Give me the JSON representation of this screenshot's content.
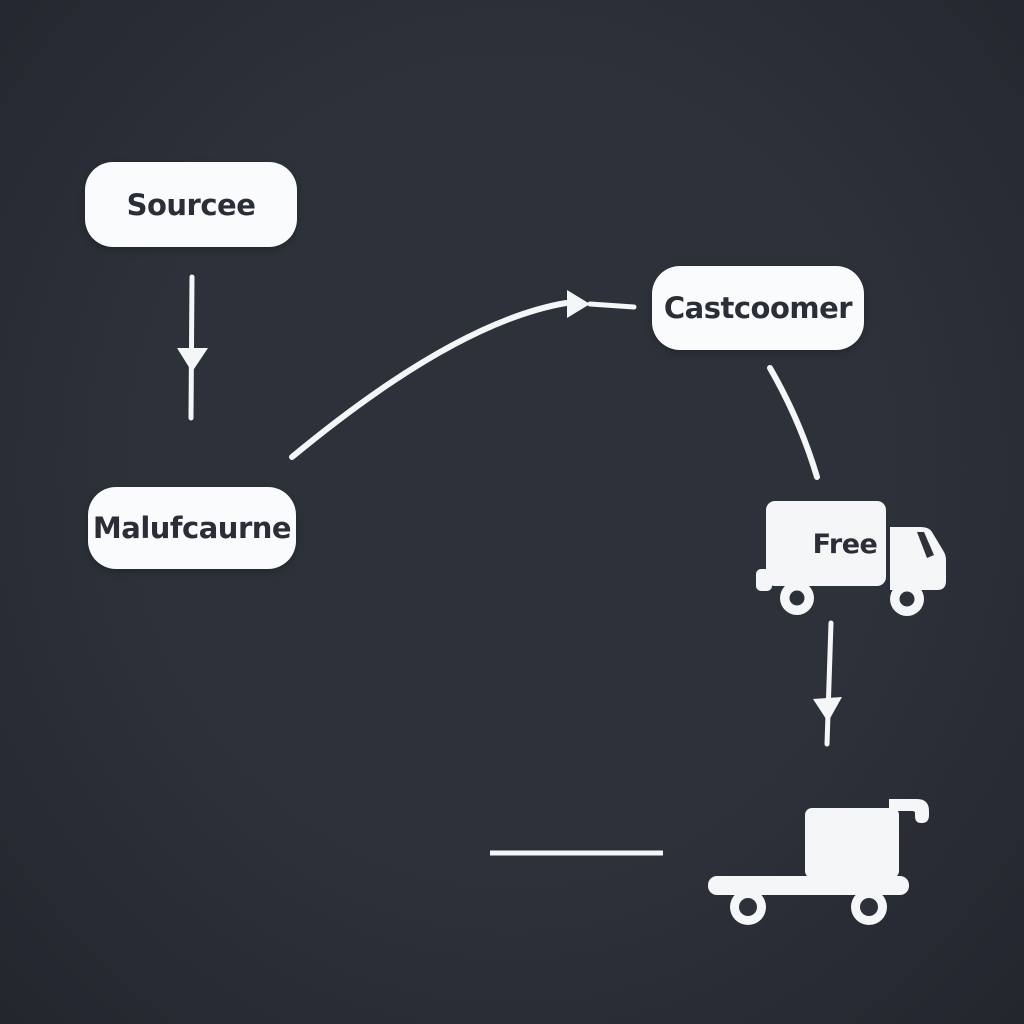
{
  "colors": {
    "background": "#2d313a",
    "vignette": "#23262d",
    "node_fill": "#fafbfc",
    "node_text": "#2a2e37",
    "stroke": "#f5f6f7"
  },
  "nodes": {
    "source": {
      "label": "Sourcee"
    },
    "customer": {
      "label": "Castcoomer"
    },
    "manufacturer": {
      "label": "Malufcaurne"
    }
  },
  "truck": {
    "label": "Free"
  },
  "icons": {
    "truck": "delivery-truck-icon",
    "cart": "hand-cart-icon"
  }
}
